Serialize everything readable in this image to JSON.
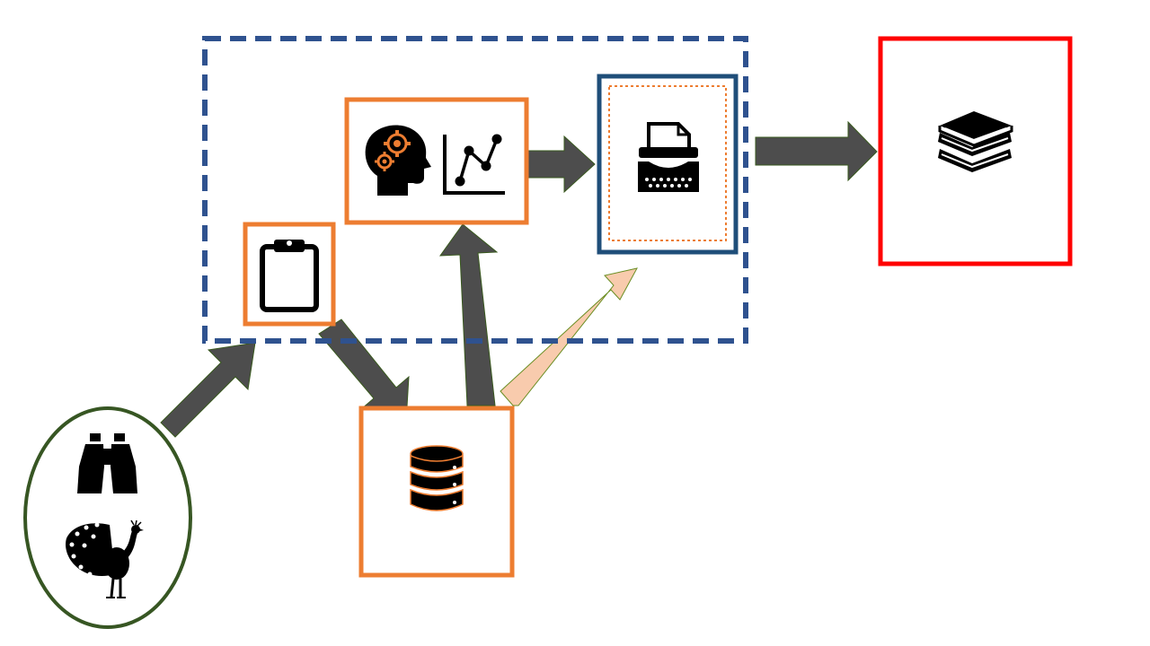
{
  "colors": {
    "dashed_group": "#2f528f",
    "orange_box": "#ed7d31",
    "navy_box": "#1f4e79",
    "red_box": "#ff0000",
    "ellipse": "#375623",
    "arrow_dark": "#4d4d4d",
    "arrow_dark_edge": "#3a5a1f",
    "arrow_light": "#f8cbad",
    "arrow_light_edge": "#6b8e23",
    "icon": "#000000"
  },
  "nodes": [
    {
      "id": "observation-source",
      "icons": [
        "binoculars-icon",
        "peacock-icon"
      ]
    },
    {
      "id": "task-clipboard",
      "icons": [
        "clipboard-icon"
      ]
    },
    {
      "id": "analysis",
      "icons": [
        "brain-gears-icon",
        "line-chart-icon"
      ]
    },
    {
      "id": "database",
      "icons": [
        "database-icon"
      ]
    },
    {
      "id": "report-writing",
      "icons": [
        "typewriter-icon"
      ]
    },
    {
      "id": "publication",
      "icons": [
        "books-icon"
      ]
    }
  ],
  "edges": [
    {
      "from": "observation-source",
      "to": "processing-group",
      "style": "dark"
    },
    {
      "from": "task-clipboard",
      "to": "database",
      "style": "dark"
    },
    {
      "from": "database",
      "to": "analysis",
      "style": "dark"
    },
    {
      "from": "database",
      "to": "report-writing",
      "style": "light"
    },
    {
      "from": "analysis",
      "to": "report-writing",
      "style": "dark"
    },
    {
      "from": "report-writing",
      "to": "publication",
      "style": "dark"
    }
  ]
}
